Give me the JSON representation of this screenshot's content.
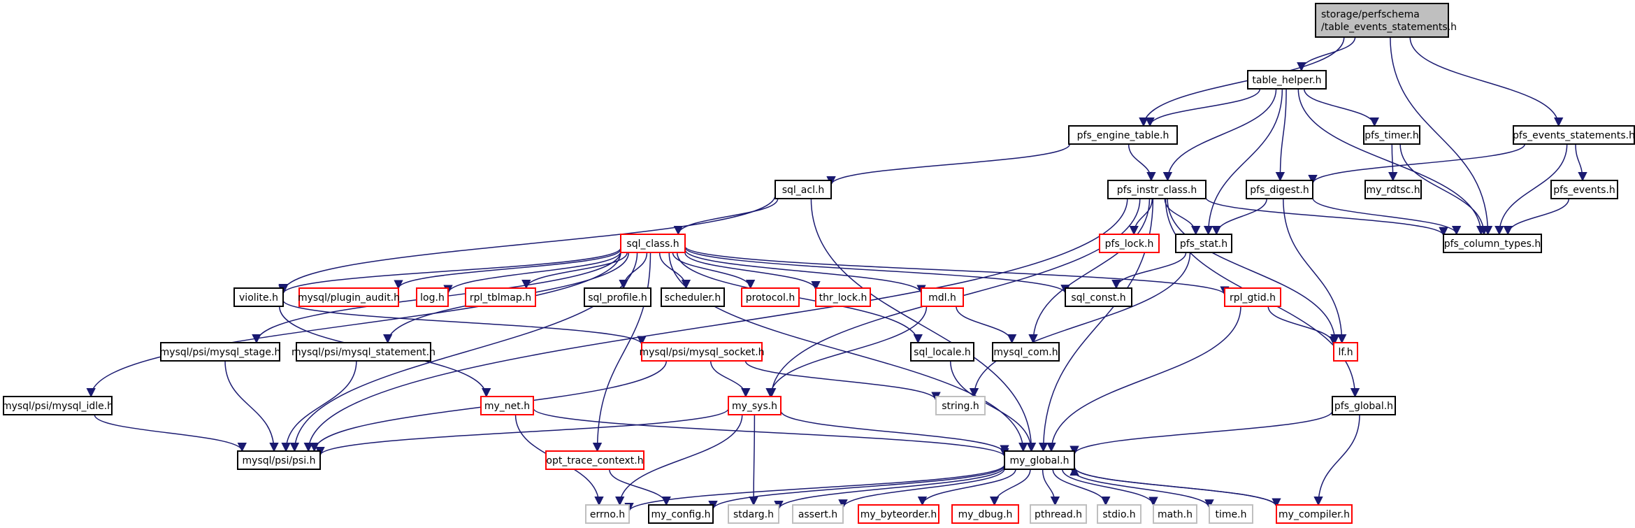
{
  "colors": {
    "edge": "#191970",
    "border_default": "#000000",
    "border_truncated": "#ff0000",
    "border_system": "#bfbfbf",
    "root_fill": "#bfbfbf",
    "node_fill": "#ffffff"
  },
  "nodes": [
    {
      "id": "root",
      "lines": [
        "storage/perfschema",
        "/table_events_statements.h"
      ],
      "kind": "root"
    },
    {
      "id": "table_helper",
      "lines": [
        "table_helper.h"
      ],
      "kind": "normal"
    },
    {
      "id": "pfs_engine_table",
      "lines": [
        "pfs_engine_table.h"
      ],
      "kind": "normal"
    },
    {
      "id": "pfs_timer",
      "lines": [
        "pfs_timer.h"
      ],
      "kind": "normal"
    },
    {
      "id": "pfs_events_statements",
      "lines": [
        "pfs_events_statements.h"
      ],
      "kind": "normal"
    },
    {
      "id": "sql_acl",
      "lines": [
        "sql_acl.h"
      ],
      "kind": "normal"
    },
    {
      "id": "pfs_instr_class",
      "lines": [
        "pfs_instr_class.h"
      ],
      "kind": "normal"
    },
    {
      "id": "pfs_digest",
      "lines": [
        "pfs_digest.h"
      ],
      "kind": "normal"
    },
    {
      "id": "my_rdtsc",
      "lines": [
        "my_rdtsc.h"
      ],
      "kind": "normal"
    },
    {
      "id": "pfs_events",
      "lines": [
        "pfs_events.h"
      ],
      "kind": "normal"
    },
    {
      "id": "sql_class",
      "lines": [
        "sql_class.h"
      ],
      "kind": "truncated"
    },
    {
      "id": "pfs_lock",
      "lines": [
        "pfs_lock.h"
      ],
      "kind": "truncated"
    },
    {
      "id": "pfs_stat",
      "lines": [
        "pfs_stat.h"
      ],
      "kind": "normal"
    },
    {
      "id": "pfs_column_types",
      "lines": [
        "pfs_column_types.h"
      ],
      "kind": "normal"
    },
    {
      "id": "violite",
      "lines": [
        "violite.h"
      ],
      "kind": "normal"
    },
    {
      "id": "mysql_plugin_audit",
      "lines": [
        "mysql/plugin_audit.h"
      ],
      "kind": "truncated"
    },
    {
      "id": "log",
      "lines": [
        "log.h"
      ],
      "kind": "truncated"
    },
    {
      "id": "rpl_tblmap",
      "lines": [
        "rpl_tblmap.h"
      ],
      "kind": "truncated"
    },
    {
      "id": "sql_profile",
      "lines": [
        "sql_profile.h"
      ],
      "kind": "normal"
    },
    {
      "id": "scheduler",
      "lines": [
        "scheduler.h"
      ],
      "kind": "normal"
    },
    {
      "id": "protocol",
      "lines": [
        "protocol.h"
      ],
      "kind": "truncated"
    },
    {
      "id": "thr_lock",
      "lines": [
        "thr_lock.h"
      ],
      "kind": "truncated"
    },
    {
      "id": "mdl",
      "lines": [
        "mdl.h"
      ],
      "kind": "truncated"
    },
    {
      "id": "sql_const",
      "lines": [
        "sql_const.h"
      ],
      "kind": "normal"
    },
    {
      "id": "rpl_gtid",
      "lines": [
        "rpl_gtid.h"
      ],
      "kind": "truncated"
    },
    {
      "id": "psi_mysql_stage",
      "lines": [
        "mysql/psi/mysql_stage.h"
      ],
      "kind": "normal"
    },
    {
      "id": "psi_mysql_statement",
      "lines": [
        "mysql/psi/mysql_statement.h"
      ],
      "kind": "normal"
    },
    {
      "id": "psi_mysql_socket",
      "lines": [
        "mysql/psi/mysql_socket.h"
      ],
      "kind": "truncated"
    },
    {
      "id": "sql_locale",
      "lines": [
        "sql_locale.h"
      ],
      "kind": "normal"
    },
    {
      "id": "mysql_com",
      "lines": [
        "mysql_com.h"
      ],
      "kind": "normal"
    },
    {
      "id": "lf",
      "lines": [
        "lf.h"
      ],
      "kind": "truncated"
    },
    {
      "id": "psi_mysql_idle",
      "lines": [
        "mysql/psi/mysql_idle.h"
      ],
      "kind": "normal"
    },
    {
      "id": "my_net",
      "lines": [
        "my_net.h"
      ],
      "kind": "truncated"
    },
    {
      "id": "my_sys",
      "lines": [
        "my_sys.h"
      ],
      "kind": "truncated"
    },
    {
      "id": "string",
      "lines": [
        "string.h"
      ],
      "kind": "system"
    },
    {
      "id": "pfs_global",
      "lines": [
        "pfs_global.h"
      ],
      "kind": "normal"
    },
    {
      "id": "psi",
      "lines": [
        "mysql/psi/psi.h"
      ],
      "kind": "normal"
    },
    {
      "id": "opt_trace_context",
      "lines": [
        "opt_trace_context.h"
      ],
      "kind": "truncated"
    },
    {
      "id": "my_global",
      "lines": [
        "my_global.h"
      ],
      "kind": "normal"
    },
    {
      "id": "errno",
      "lines": [
        "errno.h"
      ],
      "kind": "system"
    },
    {
      "id": "my_config",
      "lines": [
        "my_config.h"
      ],
      "kind": "normal"
    },
    {
      "id": "stdarg",
      "lines": [
        "stdarg.h"
      ],
      "kind": "system"
    },
    {
      "id": "assert",
      "lines": [
        "assert.h"
      ],
      "kind": "system"
    },
    {
      "id": "my_byteorder",
      "lines": [
        "my_byteorder.h"
      ],
      "kind": "truncated"
    },
    {
      "id": "my_dbug",
      "lines": [
        "my_dbug.h"
      ],
      "kind": "truncated"
    },
    {
      "id": "pthread",
      "lines": [
        "pthread.h"
      ],
      "kind": "system"
    },
    {
      "id": "stdio",
      "lines": [
        "stdio.h"
      ],
      "kind": "system"
    },
    {
      "id": "math",
      "lines": [
        "math.h"
      ],
      "kind": "system"
    },
    {
      "id": "time",
      "lines": [
        "time.h"
      ],
      "kind": "system"
    },
    {
      "id": "my_compiler",
      "lines": [
        "my_compiler.h"
      ],
      "kind": "truncated"
    }
  ],
  "edges": [
    [
      "root",
      "table_helper"
    ],
    [
      "root",
      "pfs_engine_table"
    ],
    [
      "root",
      "pfs_column_types"
    ],
    [
      "root",
      "pfs_events_statements"
    ],
    [
      "table_helper",
      "pfs_engine_table"
    ],
    [
      "table_helper",
      "pfs_timer"
    ],
    [
      "table_helper",
      "pfs_instr_class"
    ],
    [
      "table_helper",
      "pfs_digest"
    ],
    [
      "table_helper",
      "pfs_stat"
    ],
    [
      "table_helper",
      "pfs_column_types"
    ],
    [
      "pfs_engine_table",
      "sql_acl"
    ],
    [
      "pfs_engine_table",
      "pfs_instr_class"
    ],
    [
      "pfs_timer",
      "my_rdtsc"
    ],
    [
      "pfs_timer",
      "pfs_column_types"
    ],
    [
      "pfs_events_statements",
      "pfs_digest"
    ],
    [
      "pfs_events_statements",
      "pfs_events"
    ],
    [
      "pfs_events_statements",
      "pfs_column_types"
    ],
    [
      "pfs_events",
      "pfs_column_types"
    ],
    [
      "pfs_digest",
      "pfs_stat"
    ],
    [
      "pfs_digest",
      "lf"
    ],
    [
      "pfs_digest",
      "pfs_column_types"
    ],
    [
      "sql_acl",
      "sql_class"
    ],
    [
      "sql_acl",
      "violite"
    ],
    [
      "sql_acl",
      "my_global"
    ],
    [
      "pfs_instr_class",
      "pfs_lock"
    ],
    [
      "pfs_instr_class",
      "pfs_stat"
    ],
    [
      "pfs_instr_class",
      "pfs_column_types"
    ],
    [
      "pfs_instr_class",
      "mysql_com"
    ],
    [
      "pfs_instr_class",
      "lf"
    ],
    [
      "pfs_instr_class",
      "my_sys"
    ],
    [
      "pfs_instr_class",
      "pfs_global"
    ],
    [
      "pfs_instr_class",
      "my_global"
    ],
    [
      "pfs_instr_class",
      "psi"
    ],
    [
      "pfs_stat",
      "sql_const"
    ],
    [
      "pfs_stat",
      "string"
    ],
    [
      "sql_class",
      "violite"
    ],
    [
      "sql_class",
      "mysql_plugin_audit"
    ],
    [
      "sql_class",
      "log"
    ],
    [
      "sql_class",
      "rpl_tblmap"
    ],
    [
      "sql_class",
      "sql_profile"
    ],
    [
      "sql_class",
      "scheduler"
    ],
    [
      "sql_class",
      "protocol"
    ],
    [
      "sql_class",
      "thr_lock"
    ],
    [
      "sql_class",
      "mdl"
    ],
    [
      "sql_class",
      "sql_const"
    ],
    [
      "sql_class",
      "rpl_gtid"
    ],
    [
      "sql_class",
      "psi_mysql_stage"
    ],
    [
      "sql_class",
      "psi_mysql_statement"
    ],
    [
      "sql_class",
      "psi_mysql_idle"
    ],
    [
      "sql_class",
      "sql_locale"
    ],
    [
      "sql_class",
      "opt_trace_context"
    ],
    [
      "sql_class",
      "my_global"
    ],
    [
      "sql_class",
      "psi"
    ],
    [
      "violite",
      "psi_mysql_socket"
    ],
    [
      "violite",
      "my_net"
    ],
    [
      "mdl",
      "mysql_com"
    ],
    [
      "mdl",
      "my_sys"
    ],
    [
      "rpl_gtid",
      "lf"
    ],
    [
      "rpl_gtid",
      "my_global"
    ],
    [
      "psi_mysql_stage",
      "psi"
    ],
    [
      "psi_mysql_statement",
      "psi"
    ],
    [
      "psi_mysql_idle",
      "psi"
    ],
    [
      "psi_mysql_socket",
      "psi"
    ],
    [
      "psi_mysql_socket",
      "my_sys"
    ],
    [
      "psi_mysql_socket",
      "string"
    ],
    [
      "sql_locale",
      "my_global"
    ],
    [
      "my_net",
      "my_global"
    ],
    [
      "my_net",
      "errno"
    ],
    [
      "my_sys",
      "psi"
    ],
    [
      "my_sys",
      "my_global"
    ],
    [
      "my_sys",
      "errno"
    ],
    [
      "my_sys",
      "stdarg"
    ],
    [
      "pfs_global",
      "my_global"
    ],
    [
      "pfs_global",
      "my_compiler"
    ],
    [
      "opt_trace_context",
      "my_config"
    ],
    [
      "my_global",
      "errno"
    ],
    [
      "my_global",
      "my_config"
    ],
    [
      "my_global",
      "stdarg"
    ],
    [
      "my_global",
      "assert"
    ],
    [
      "my_global",
      "my_byteorder"
    ],
    [
      "my_global",
      "my_dbug"
    ],
    [
      "my_global",
      "pthread"
    ],
    [
      "my_global",
      "stdio"
    ],
    [
      "my_global",
      "math"
    ],
    [
      "my_global",
      "time"
    ],
    [
      "my_global",
      "my_compiler"
    ],
    [
      "my_compiler",
      "my_global"
    ]
  ]
}
